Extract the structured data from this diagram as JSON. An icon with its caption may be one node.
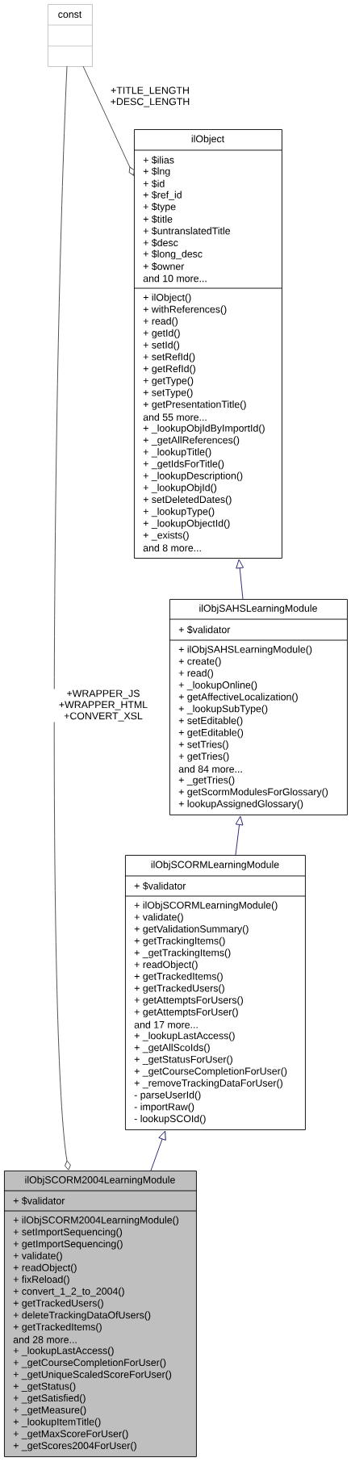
{
  "diagram": {
    "nodes": [
      {
        "text": [
          "const"
        ]
      },
      {
        "text": [
          "ilObject",
          "+ $ilias",
          "+ $lng",
          "+ $id",
          "+ $ref_id",
          "+ $type",
          "+ $title",
          "+ $untranslatedTitle",
          "+ $desc",
          "+ $long_desc",
          "+ $owner",
          "and 10 more...",
          "+ ilObject()",
          "+ withReferences()",
          "+ read()",
          "+ getId()",
          "+ setId()",
          "+ setRefId()",
          "+ getRefId()",
          "+ getType()",
          "+ setType()",
          "+ getPresentationTitle()",
          "and 55 more...",
          "+ _lookupObjIdByImportId()",
          "+ _getAllReferences()",
          "+ _lookupTitle()",
          "+ _getIdsForTitle()",
          "+ _lookupDescription()",
          "+ _lookupObjId()",
          "+ setDeletedDates()",
          "+ _lookupType()",
          "+ _lookupObjectId()",
          "+ _exists()",
          "and 8 more..."
        ]
      },
      {
        "text": [
          "ilObjSAHSLearningModule",
          "+ $validator",
          "+ ilObjSAHSLearningModule()",
          "+ create()",
          "+ read()",
          "+ _lookupOnline()",
          "+ getAffectiveLocalization()",
          "+ _lookupSubType()",
          "+ setEditable()",
          "+ getEditable()",
          "+ setTries()",
          "+ getTries()",
          "and 84 more...",
          "+ _getTries()",
          "+ getScormModulesForGlossary()",
          "+ lookupAssignedGlossary()"
        ]
      },
      {
        "text": [
          "ilObjSCORMLearningModule",
          "+ $validator",
          "+ ilObjSCORMLearningModule()",
          "+ validate()",
          "+ getValidationSummary()",
          "+ getTrackingItems()",
          "+ _getTrackingItems()",
          "+ readObject()",
          "+ getTrackedItems()",
          "+ getTrackedUsers()",
          "+ getAttemptsForUsers()",
          "+ getAttemptsForUser()",
          "and 17 more...",
          "+ _lookupLastAccess()",
          "+ _getAllScoIds()",
          "+ _getStatusForUser()",
          "+ _getCourseCompletionForUser()",
          "+ _removeTrackingDataForUser()",
          "- parseUserId()",
          "- importRaw()",
          "- lookupSCOId()"
        ]
      },
      {
        "text": [
          "ilObjSCORM2004LearningModule",
          "+ $validator",
          "+ ilObjSCORM2004LearningModule()",
          "+ setImportSequencing()",
          "+ getImportSequencing()",
          "+ validate()",
          "+ readObject()",
          "+ fixReload()",
          "+ convert_1_2_to_2004()",
          "+ getTrackedUsers()",
          "+ deleteTrackingDataOfUsers()",
          "+ getTrackedItems()",
          "and 28 more...",
          "+ _lookupLastAccess()",
          "+ _getCourseCompletionForUser()",
          "+ _getUniqueScaledScoreForUser()",
          "+ _getStatus()",
          "+ _getSatisfied()",
          "+ _getMeasure()",
          "+ _lookupItemTitle()",
          "+ _getMaxScoreForUser()",
          "+ _getScores2004ForUser()"
        ]
      }
    ],
    "edges": [
      {
        "from": 2,
        "to": 1,
        "arrow": "to"
      },
      {
        "from": 3,
        "to": 2,
        "arrow": "to"
      },
      {
        "from": 4,
        "to": 3,
        "arrow": "to"
      },
      {
        "from": 0,
        "to": 1,
        "arrow": "other",
        "label": "+TITLE_LENGTH +DESC_LENGTH",
        "color": "#404040"
      },
      {
        "from": 0,
        "to": 4,
        "arrow": "other",
        "label": "+WRAPPER_JS +WRAPPER_HTML +CONVERT_XSL",
        "color": "#404040"
      }
    ]
  }
}
